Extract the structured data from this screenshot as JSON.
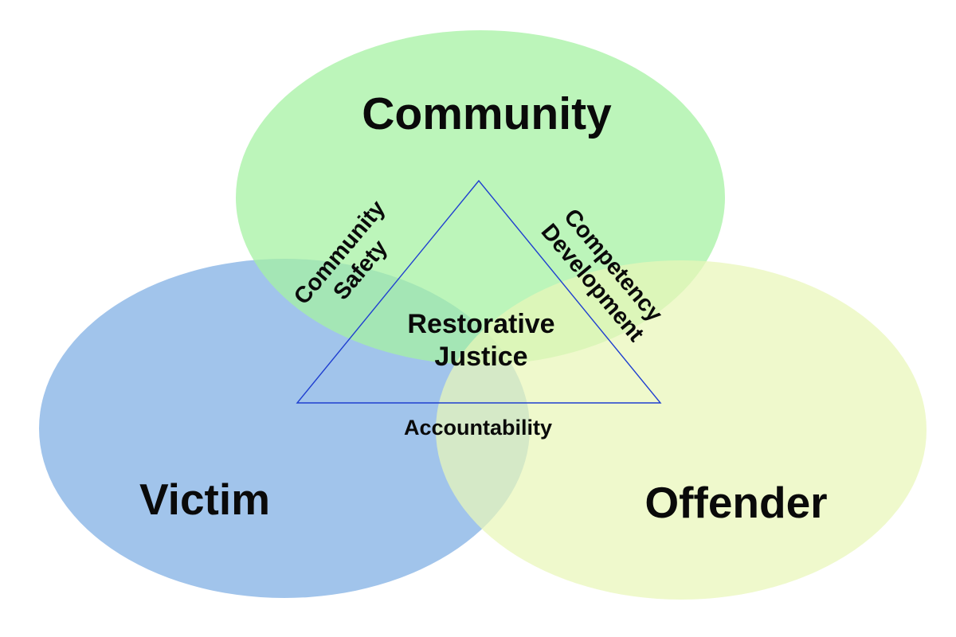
{
  "circles": {
    "community": {
      "label": "Community",
      "color": "#a6f1a3"
    },
    "victim": {
      "label": "Victim",
      "color": "#9ec2ea"
    },
    "offender": {
      "label": "Offender",
      "color": "#e9f7b8"
    }
  },
  "triangle": {
    "stroke_color": "#1f3fd0",
    "center_line1": "Restorative",
    "center_line2": "Justice",
    "left_side_line1": "Community",
    "left_side_line2": "Safety",
    "right_side_line1": "Competency",
    "right_side_line2": "Development",
    "bottom_side": "Accountability"
  }
}
